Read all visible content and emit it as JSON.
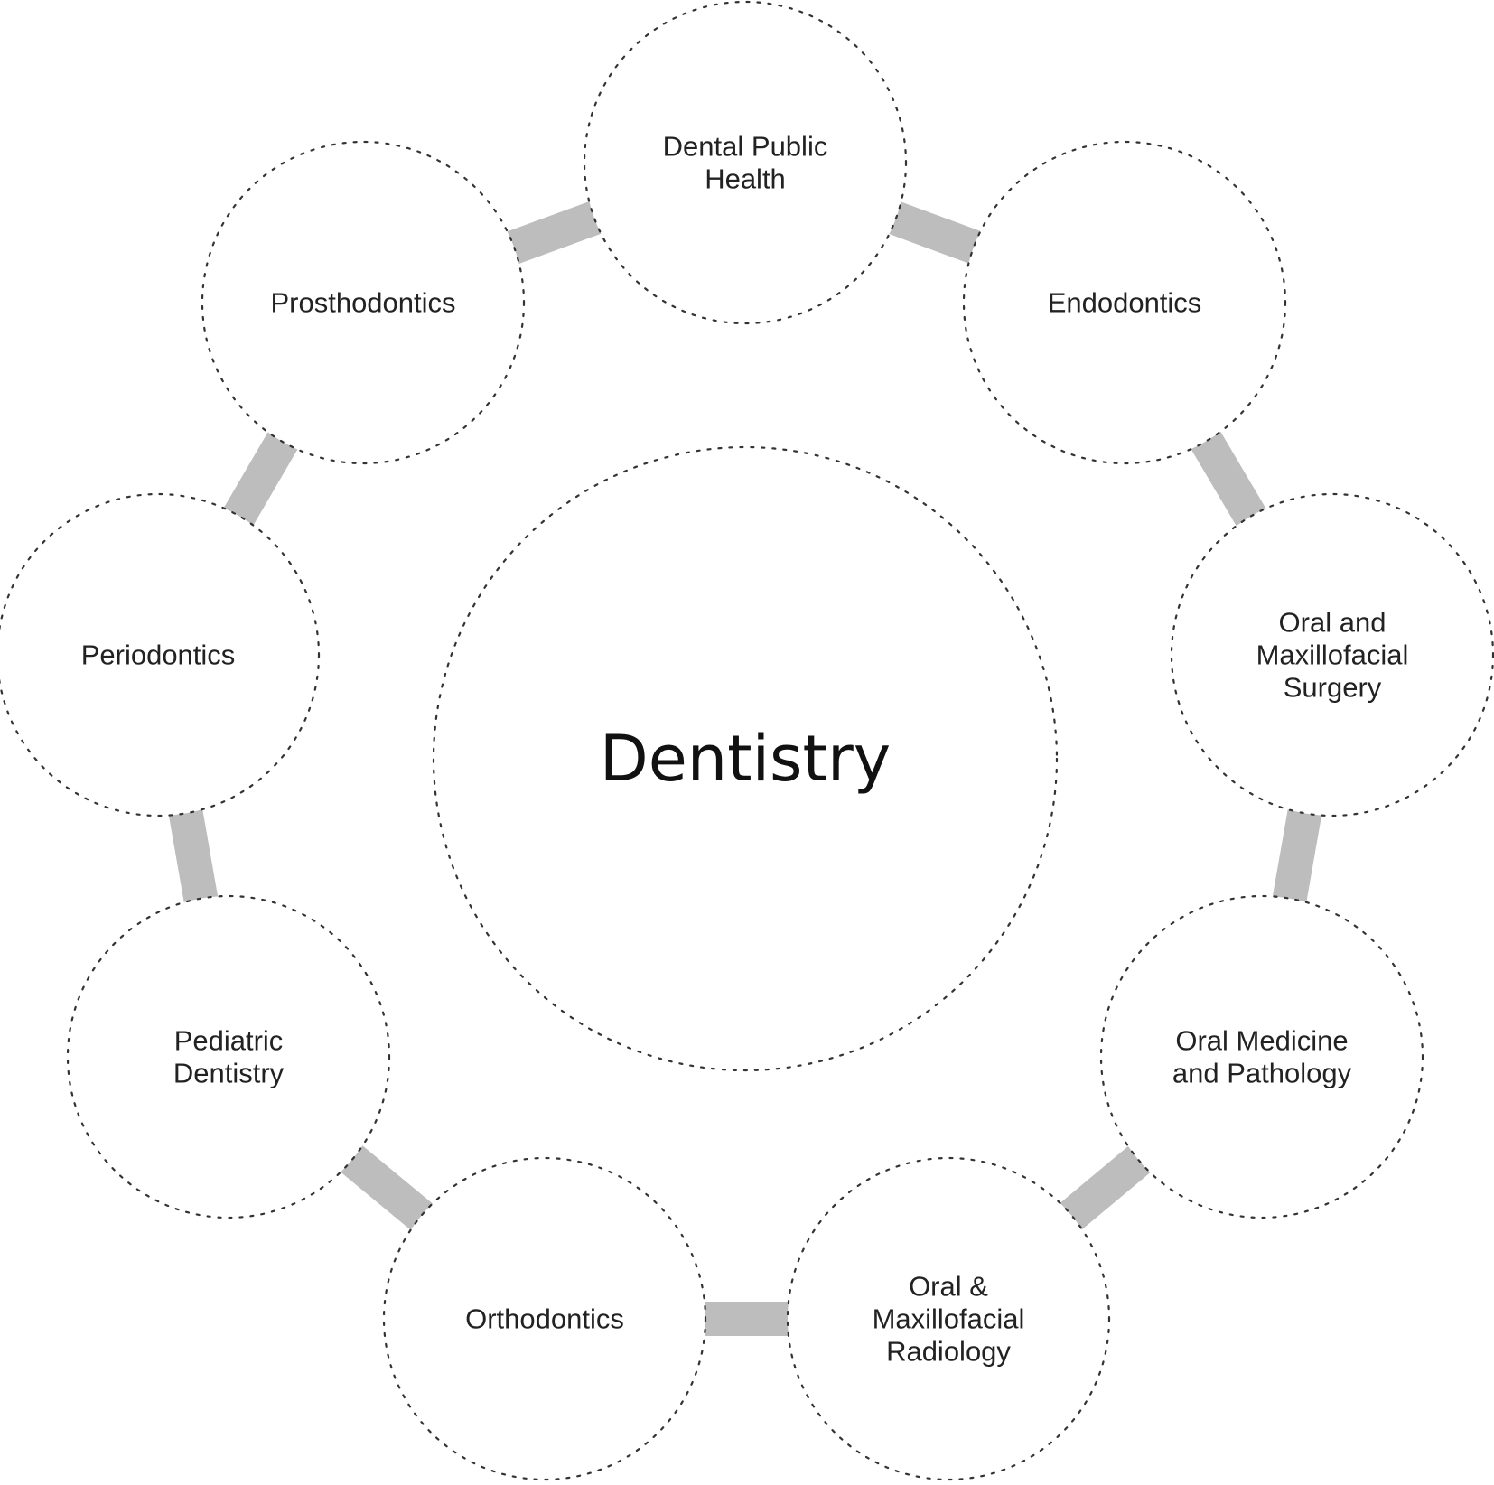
{
  "diagram": {
    "center": {
      "label": "Dentistry"
    },
    "nodes": [
      {
        "id": "dental-public-health",
        "lines": [
          "Dental Public",
          "Health"
        ]
      },
      {
        "id": "endodontics",
        "lines": [
          "Endodontics"
        ]
      },
      {
        "id": "oral-and-maxillofacial-surgery",
        "lines": [
          "Oral and",
          "Maxillofacial",
          "Surgery"
        ]
      },
      {
        "id": "oral-medicine-and-pathology",
        "lines": [
          "Oral Medicine",
          "and Pathology"
        ]
      },
      {
        "id": "oral-maxillofacial-radiology",
        "lines": [
          "Oral &",
          "Maxillofacial",
          "Radiology"
        ]
      },
      {
        "id": "orthodontics",
        "lines": [
          "Orthodontics"
        ]
      },
      {
        "id": "pediatric-dentistry",
        "lines": [
          "Pediatric",
          "Dentistry"
        ]
      },
      {
        "id": "periodontics",
        "lines": [
          "Periodontics"
        ]
      },
      {
        "id": "prosthodontics",
        "lines": [
          "Prosthodontics"
        ]
      }
    ],
    "colors": {
      "connector": "#bdbdbd",
      "outline": "#333333",
      "text": "#222222",
      "background": "#ffffff"
    }
  }
}
